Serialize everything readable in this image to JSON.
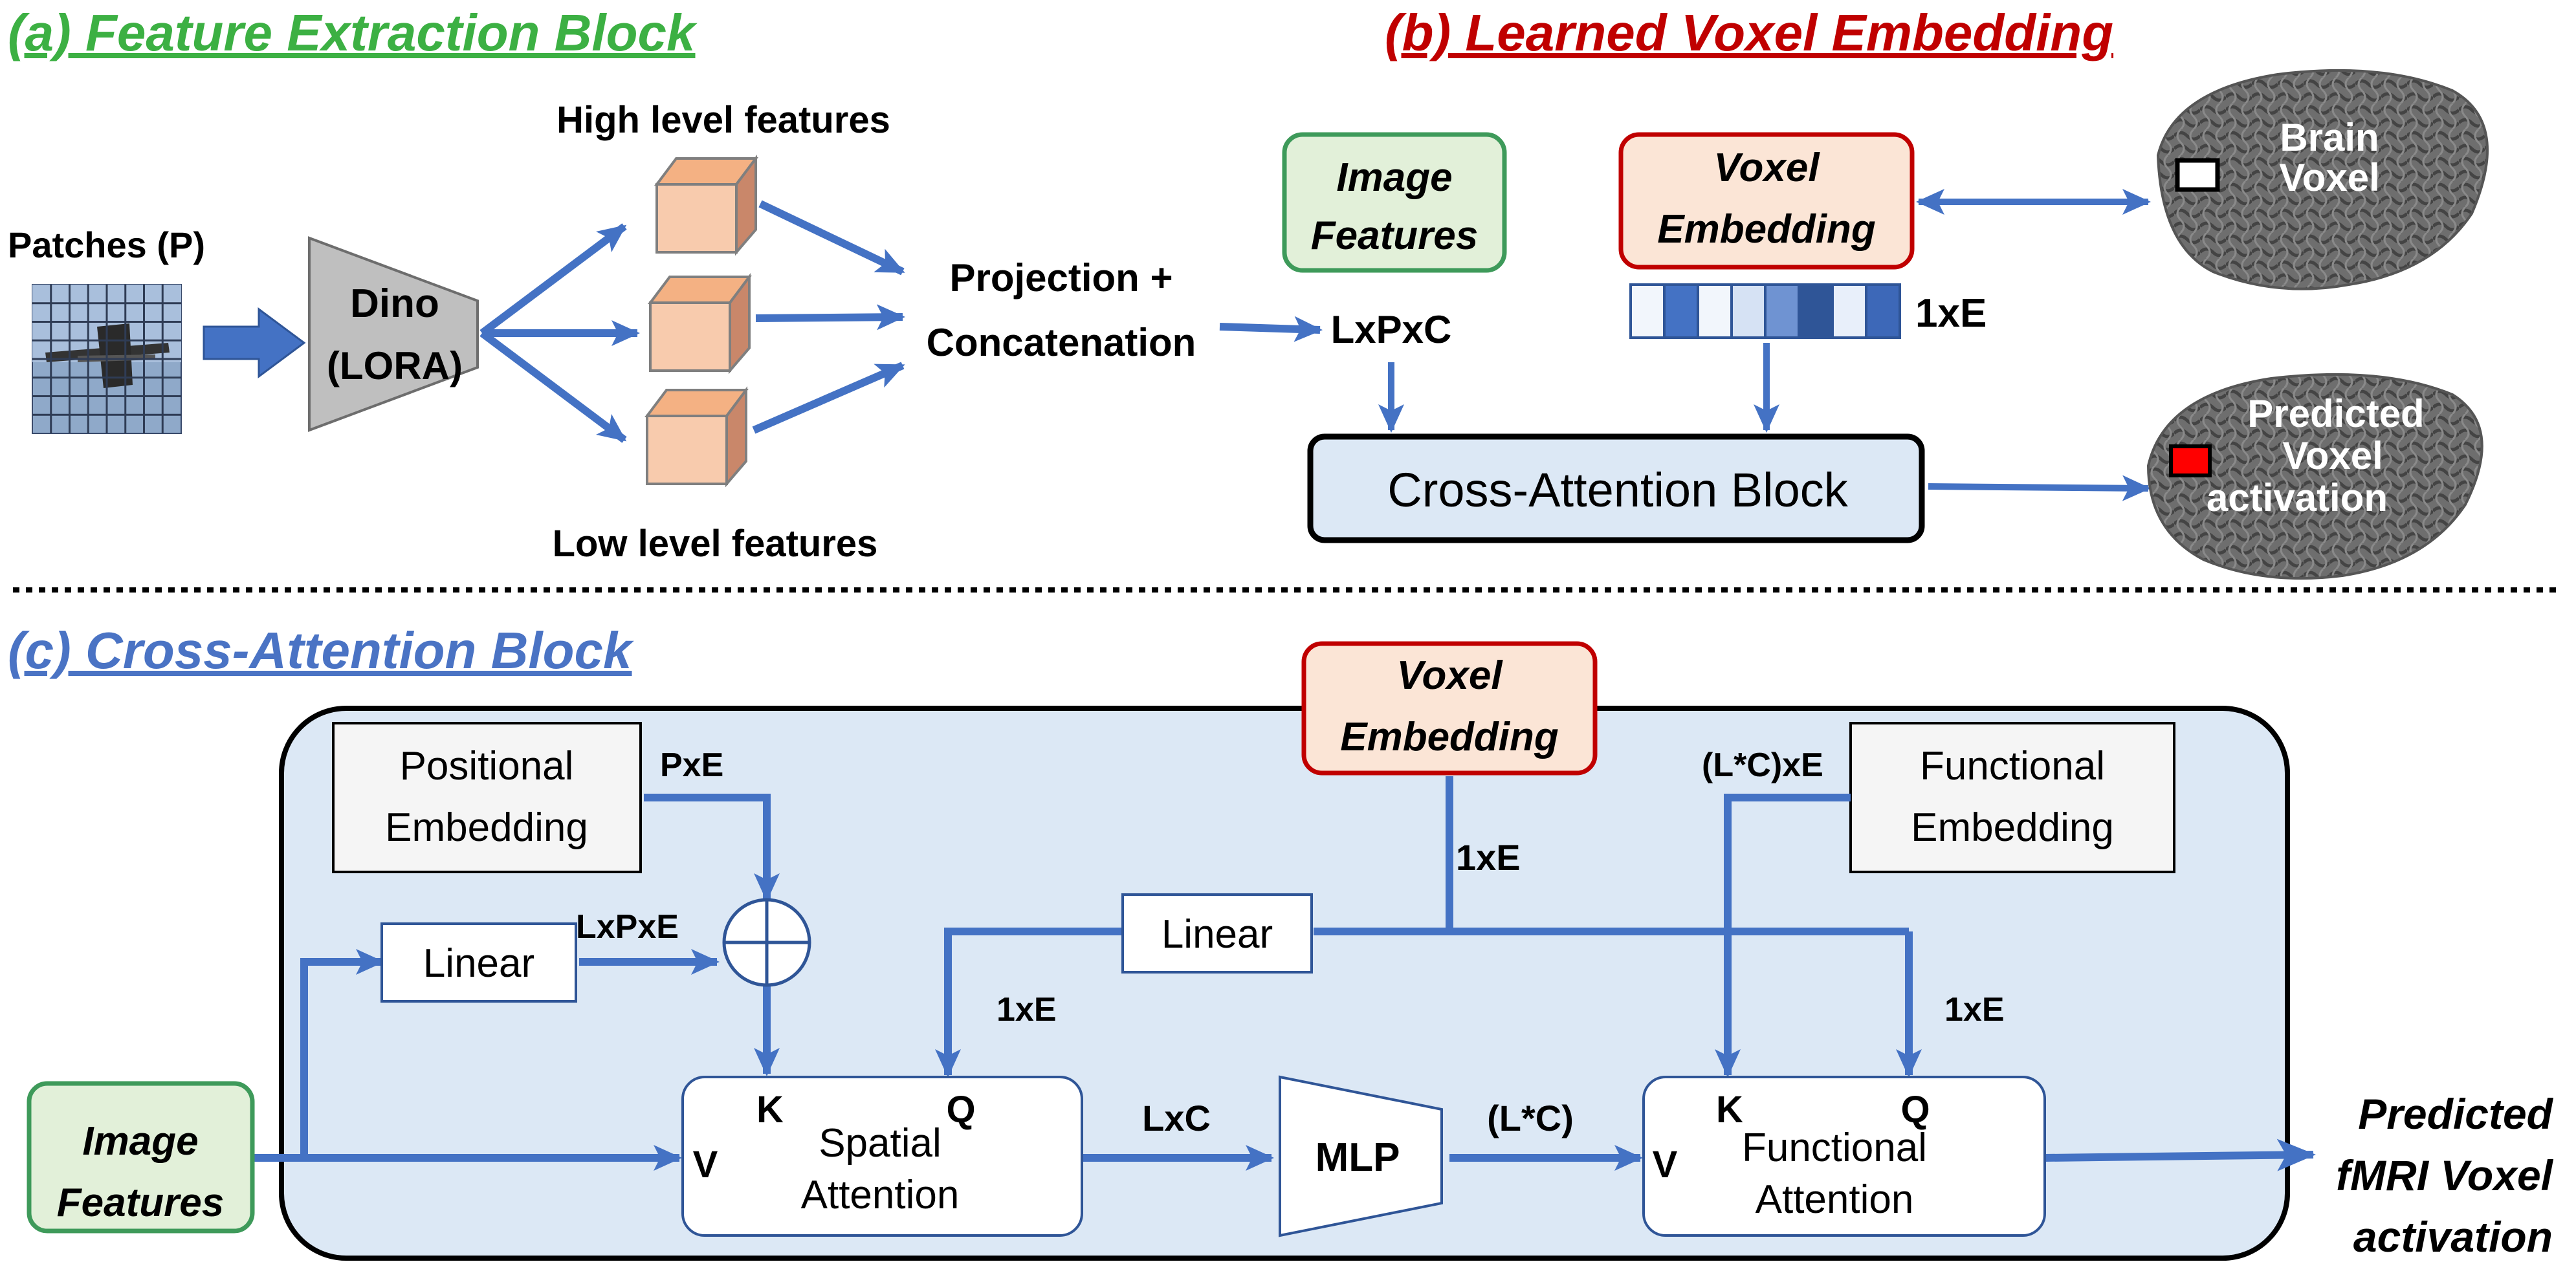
{
  "colors": {
    "arrow_blue": "#4472c4",
    "panel_fill": "#dce8f5",
    "green_title": "#3cb043",
    "red_title": "#c00000",
    "blue_title": "#4a73c4",
    "cube_fill": "#f8cbad",
    "voxel_fill": "#fbe5d6",
    "voxel_border": "#c00000",
    "image_features_border": "#3e9a5a",
    "image_features_fill": "#e2f0d9",
    "predicted_voxel": "#ff0000"
  },
  "panel_a": {
    "title": "(a) Feature Extraction Block",
    "patches_label": "Patches (P)",
    "dino_label_1": "Dino",
    "dino_label_2": "(LORA)",
    "high_level": "High level features",
    "low_level": "Low level features",
    "projection_1": "Projection +",
    "projection_2": "Concatenation",
    "shape_label": "LxPxC"
  },
  "panel_b": {
    "title": "(b) Learned Voxel Embedding",
    "image_features_1": "Image",
    "image_features_2": "Features",
    "voxel_embedding_1": "Voxel",
    "voxel_embedding_2": "Embedding",
    "embedding_dim": "1xE",
    "cross_attention": "Cross-Attention Block",
    "brain_label_1": "Brain",
    "brain_label_2": "Voxel",
    "predicted_1": "Predicted",
    "predicted_2": "Voxel",
    "predicted_3": "activation"
  },
  "panel_c": {
    "title": "(c) Cross-Attention Block",
    "voxel_embedding_1": "Voxel",
    "voxel_embedding_2": "Embedding",
    "positional_1": "Positional",
    "positional_2": "Embedding",
    "functional_1": "Functional",
    "functional_2": "Embedding",
    "pxe": "PxE",
    "lcxe": "(L*C)xE",
    "one_xe_center": "1xE",
    "one_xe_left": "1xE",
    "one_xe_right": "1xE",
    "linear_left": "Linear",
    "linear_center": "Linear",
    "lxpxe": "LxPxE",
    "image_features_1": "Image",
    "image_features_2": "Features",
    "k": "K",
    "q": "Q",
    "v": "V",
    "spatial_1": "Spatial",
    "spatial_2": "Attention",
    "lxc": "LxC",
    "mlp": "MLP",
    "lc": "(L*C)",
    "functional_att_1": "Functional",
    "functional_att_2": "Attention",
    "k2": "K",
    "q2": "Q",
    "v2": "V",
    "output_1": "Predicted",
    "output_2": "fMRI Voxel",
    "output_3": "activation"
  }
}
